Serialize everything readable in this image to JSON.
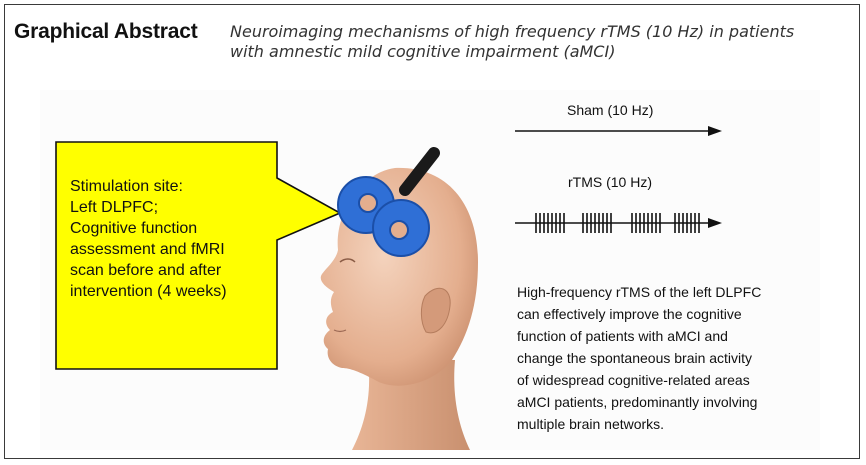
{
  "header": {
    "title": "Graphical Abstract",
    "subtitle_line1": "Neuroimaging mechanisms of high frequency rTMS (10 Hz) in patients",
    "subtitle_line2": "with amnestic mild cognitive impairment (aMCI)"
  },
  "callout": {
    "lines": [
      "Stimulation site:",
      "Left DLPFC;",
      "Cognitive function",
      "assessment and fMRI",
      "scan before and after",
      "intervention (4 weeks)"
    ],
    "fill": "#ffff00",
    "border": "#111111"
  },
  "protocols": {
    "sham_label": "Sham (10 Hz)",
    "rtms_label": "rTMS (10 Hz)"
  },
  "conclusion": {
    "lines": [
      "High-frequency rTMS of the left DLPFC",
      "can effectively improve the cognitive",
      "function of patients with aMCI and",
      "change the spontaneous brain activity",
      "of widespread cognitive-related areas",
      "aMCI patients, predominantly involving",
      "multiple brain networks."
    ]
  },
  "colors": {
    "coil": "#2f6fd6",
    "skin": "#e9b99b"
  }
}
